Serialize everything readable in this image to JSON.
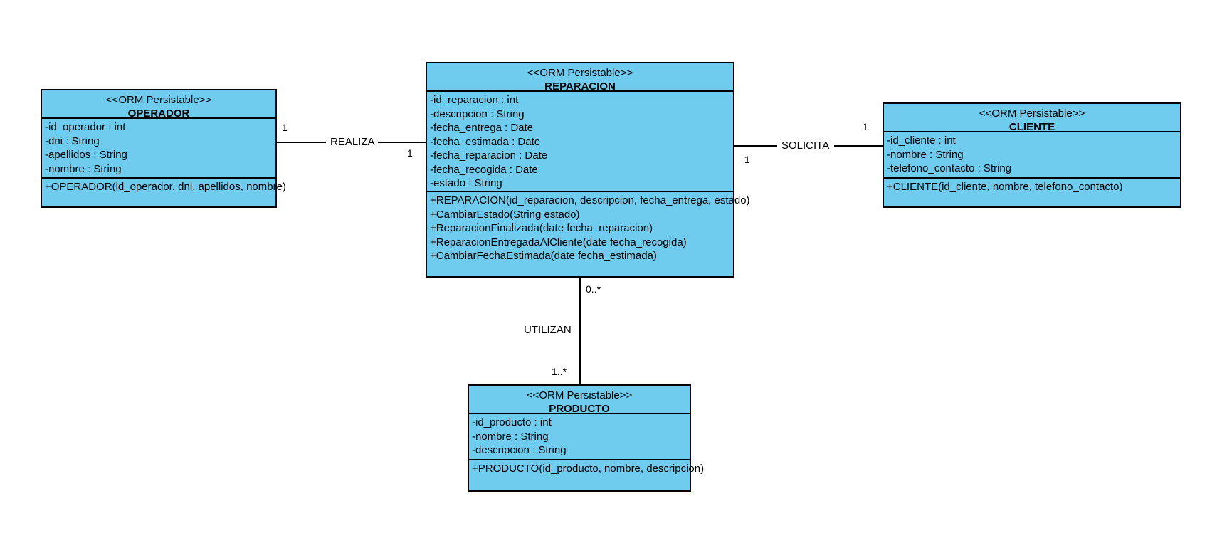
{
  "diagram": {
    "type": "uml-class-diagram",
    "title": "",
    "background_color": "#ffffff",
    "class_fill_color": "#6FCCEF",
    "border_color": "#000000",
    "stereotype": "<<ORM Persistable>>"
  },
  "classes": {
    "operador": {
      "stereotype": "<<ORM Persistable>>",
      "name": "OPERADOR",
      "attributes": [
        "-id_operador : int",
        "-dni : String",
        "-apellidos : String",
        "-nombre : String"
      ],
      "operations": [
        "+OPERADOR(id_operador, dni, apellidos, nombre)"
      ]
    },
    "reparacion": {
      "stereotype": "<<ORM Persistable>>",
      "name": "REPARACION",
      "attributes": [
        "-id_reparacion : int",
        "-descripcion : String",
        "-fecha_entrega : Date",
        "-fecha_estimada : Date",
        "-fecha_reparacion : Date",
        "-fecha_recogida : Date",
        "-estado : String"
      ],
      "operations": [
        "+REPARACION(id_reparacion, descripcion, fecha_entrega, estado)",
        "+CambiarEstado(String estado)",
        "+ReparacionFinalizada(date fecha_reparacion)",
        "+ReparacionEntregadaAlCliente(date fecha_recogida)",
        "+CambiarFechaEstimada(date fecha_estimada)"
      ]
    },
    "cliente": {
      "stereotype": "<<ORM Persistable>>",
      "name": "CLIENTE",
      "attributes": [
        "-id_cliente : int",
        "-nombre : String",
        "-telefono_contacto : String"
      ],
      "operations": [
        "+CLIENTE(id_cliente, nombre, telefono_contacto)"
      ]
    },
    "producto": {
      "stereotype": "<<ORM Persistable>>",
      "name": "PRODUCTO",
      "attributes": [
        "-id_producto : int",
        "-nombre : String",
        "-descripcion : String"
      ],
      "operations": [
        "+PRODUCTO(id_producto, nombre, descripcion)"
      ]
    }
  },
  "associations": {
    "realiza": {
      "label": "REALIZA",
      "source_class": "OPERADOR",
      "target_class": "REPARACION",
      "source_multiplicity": "1",
      "target_multiplicity": "1"
    },
    "solicita": {
      "label": "SOLICITA",
      "source_class": "REPARACION",
      "target_class": "CLIENTE",
      "source_multiplicity": "1",
      "target_multiplicity": "1"
    },
    "utilizan": {
      "label": "UTILIZAN",
      "source_class": "REPARACION",
      "target_class": "PRODUCTO",
      "source_multiplicity": "0..*",
      "target_multiplicity": "1..*"
    }
  }
}
